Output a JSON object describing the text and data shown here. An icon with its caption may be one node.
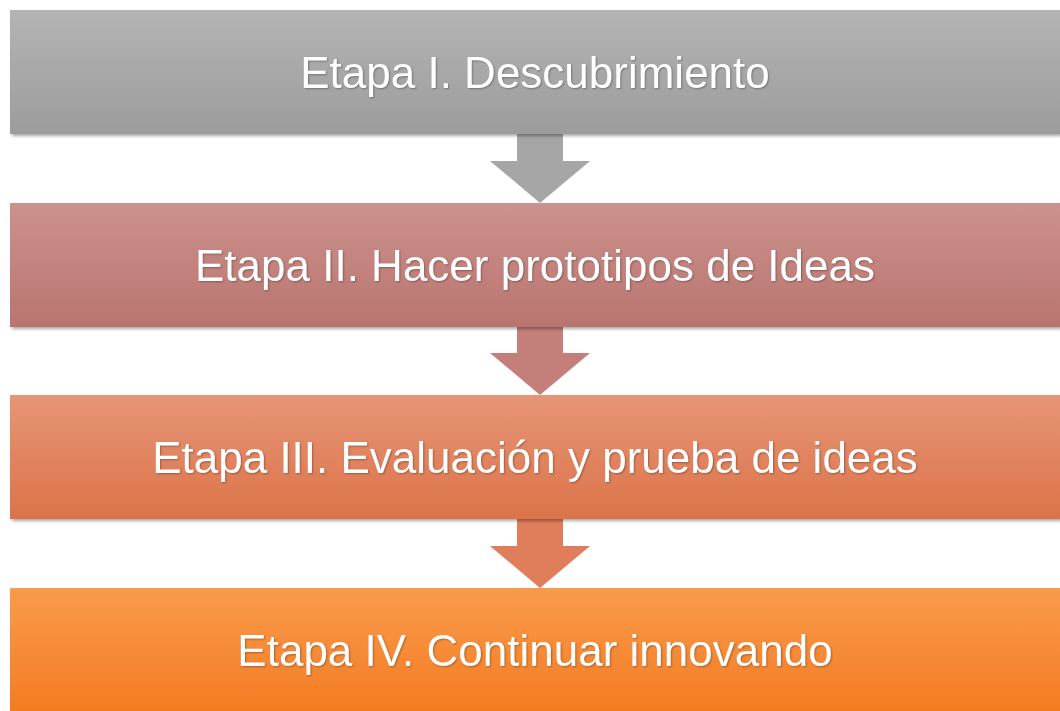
{
  "diagram": {
    "nodes": [
      {
        "text": [
          "Etapa I. Descubrimiento"
        ]
      },
      {
        "text": [
          "Etapa II. Hacer prototipos de Ideas"
        ]
      },
      {
        "text": [
          "Etapa III. Evaluación y prueba de ideas"
        ]
      },
      {
        "text": [
          "Etapa IV. Continuar innovando"
        ]
      }
    ],
    "edges": [
      {
        "from": 0,
        "to": 1,
        "arrow": "to",
        "color": "#a6a6a6"
      },
      {
        "from": 1,
        "to": 2,
        "arrow": "to",
        "color": "#c47f7a"
      },
      {
        "from": 2,
        "to": 3,
        "arrow": "to",
        "color": "#e07e5c"
      }
    ]
  }
}
